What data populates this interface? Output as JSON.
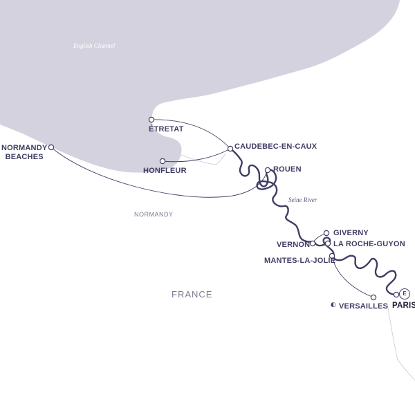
{
  "map": {
    "sea_label": "English Channel",
    "river_label": "Seine River",
    "region_label": "NORMANDY",
    "country_label": "FRANCE",
    "colors": {
      "sea": "#d3d2de",
      "route": "#3f3d63",
      "river": "#3f3d63",
      "border": "#c9c8d6",
      "label": "#3f3d63"
    },
    "stops": [
      {
        "id": "etretat",
        "name": "ÉTRETAT"
      },
      {
        "id": "normandy-beaches",
        "name_line1": "NORMANDY",
        "name_line2": "BEACHES"
      },
      {
        "id": "honfleur",
        "name": "HONFLEUR"
      },
      {
        "id": "caudebec",
        "name": "CAUDEBEC-EN-CAUX"
      },
      {
        "id": "rouen",
        "name": "ROUEN"
      },
      {
        "id": "giverny",
        "name": "GIVERNY"
      },
      {
        "id": "vernon",
        "name": "VERNON"
      },
      {
        "id": "la-roche-guyon",
        "name": "LA ROCHE-GUYON"
      },
      {
        "id": "mantes-la-jolie",
        "name": "MANTES-LA-JOLIE"
      },
      {
        "id": "versailles",
        "name": "VERSAILLES",
        "icon": "ticket-icon"
      },
      {
        "id": "paris",
        "name": "PARIS",
        "badge": "E"
      }
    ]
  }
}
